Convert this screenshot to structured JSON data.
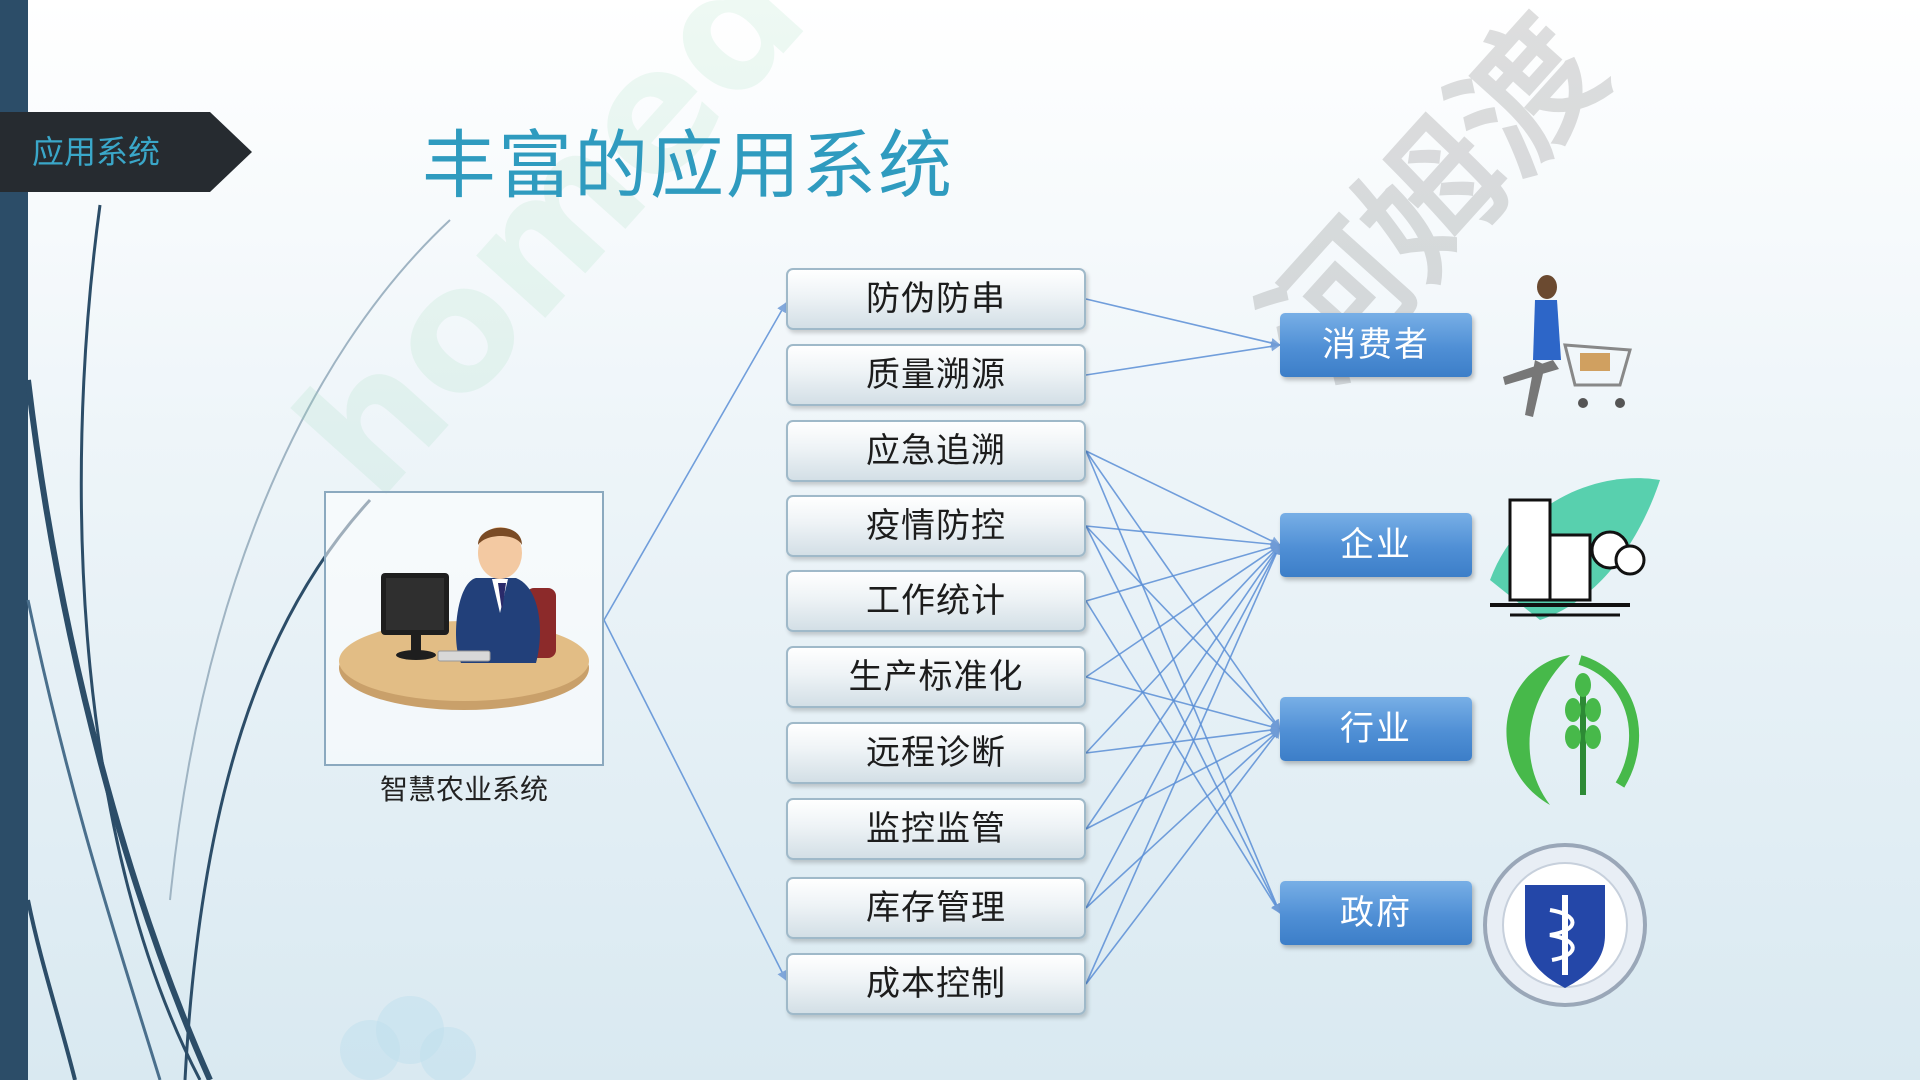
{
  "section_tab": {
    "label": "应用系统"
  },
  "page_title": "丰富的应用系统",
  "source": {
    "caption": "智慧农业系统",
    "icon": "person-at-computer-icon"
  },
  "functions": [
    {
      "label": "防伪防串"
    },
    {
      "label": "质量溯源"
    },
    {
      "label": "应急追溯"
    },
    {
      "label": "疫情防控"
    },
    {
      "label": "工作统计"
    },
    {
      "label": "生产标准化"
    },
    {
      "label": "远程诊断"
    },
    {
      "label": "监控监管"
    },
    {
      "label": "库存管理"
    },
    {
      "label": "成本控制"
    }
  ],
  "targets": [
    {
      "label": "消费者",
      "icon": "shopper-with-cart-icon"
    },
    {
      "label": "企业",
      "icon": "company-buildings-icon"
    },
    {
      "label": "行业",
      "icon": "wheat-leaf-emblem-icon"
    },
    {
      "label": "政府",
      "icon": "government-badge-icon"
    }
  ],
  "watermarks": [
    "homedoc.com",
    "河姆渡"
  ],
  "colors": {
    "title": "#2f9bbf",
    "connector": "#5b8fd6",
    "target_fill": "#4f8fd5",
    "left_band": "#2c4d68",
    "tab": "#262b30"
  }
}
